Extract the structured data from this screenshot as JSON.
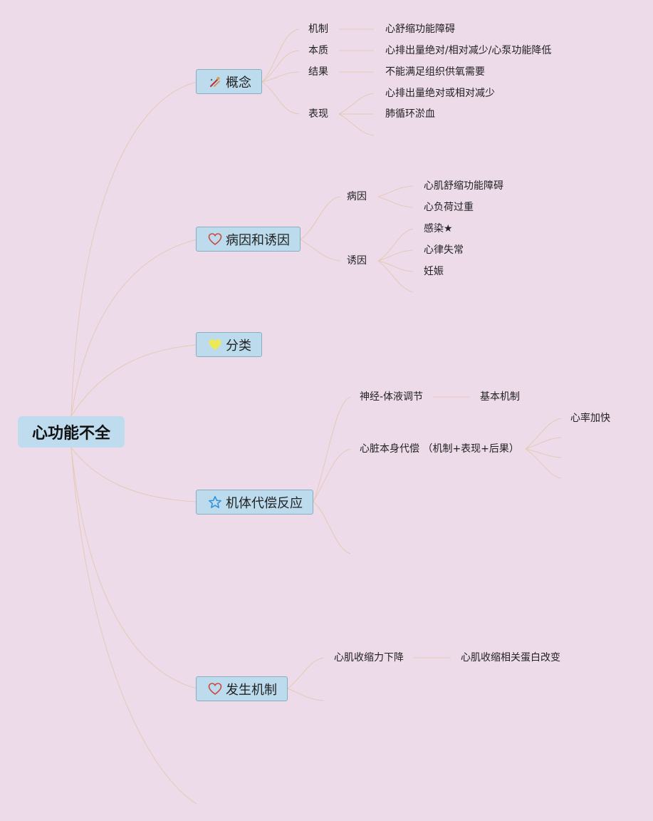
{
  "root": {
    "label": "心功能不全"
  },
  "topics": {
    "concept": {
      "label": "概念",
      "icon": "tools-icon",
      "items": {
        "mechanism": {
          "label": "机制",
          "detail": "心舒缩功能障碍"
        },
        "essence": {
          "label": "本质",
          "detail": "心排出量绝对/相对减少/心泵功能降低"
        },
        "result": {
          "label": "结果",
          "detail": "不能满足组织供氧需要"
        },
        "manifestation": {
          "label": "表现",
          "details": [
            "心排出量绝对或相对减少",
            "肺循环淤血"
          ]
        }
      }
    },
    "causes": {
      "label": "病因和诱因",
      "icon": "heart-icon",
      "etiology": {
        "label": "病因",
        "details": [
          "心肌舒缩功能障碍",
          "心负荷过重"
        ]
      },
      "triggers": {
        "label": "诱因",
        "details": [
          "感染★",
          "心律失常",
          "妊娠"
        ]
      }
    },
    "classification": {
      "label": "分类",
      "icon": "heart-filled-icon"
    },
    "compensation": {
      "label": "机体代偿反应",
      "icon": "star-icon",
      "neurohumoral": {
        "label": "神经-体液调节",
        "detail": "基本机制"
      },
      "cardiac": {
        "label": "心脏本身代偿 （机制+表现+后果）",
        "details": [
          "心率加快"
        ]
      }
    },
    "pathogenesis": {
      "label": "发生机制",
      "icon": "heart-icon",
      "contractility": {
        "label": "心肌收缩力下降",
        "detail": "心肌收缩相关蛋白改变"
      }
    }
  },
  "colors": {
    "background": "#eddbea",
    "root_fill": "#bfdcef",
    "topic_fill": "#bcdcee",
    "topic_border": "#86aebd",
    "connector": "#e5c9b5",
    "heart_icon": "#d0453c",
    "star_icon": "#2f8fd8",
    "filled_heart_icon": "#ece85a"
  }
}
